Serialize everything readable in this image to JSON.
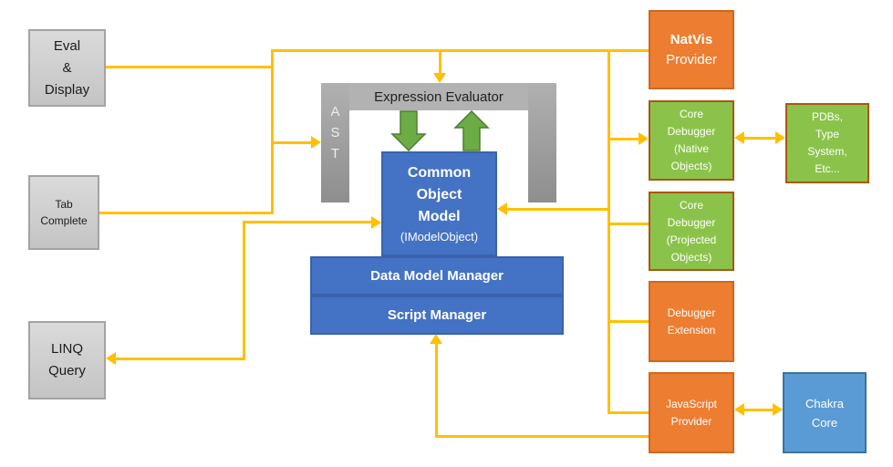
{
  "diagram": {
    "left_nodes": {
      "eval_display": {
        "label": "Eval\n&\nDisplay"
      },
      "tab_complete": {
        "label": "Tab\nComplete"
      },
      "linq_query": {
        "label": "LINQ\nQuery"
      }
    },
    "center": {
      "expression_evaluator": {
        "label": "Expression Evaluator"
      },
      "ast": {
        "label": "A\nS\nT"
      },
      "common_object_model": {
        "title": "Common\nObject\nModel",
        "subtitle": "(IModelObject)"
      },
      "data_model_manager": {
        "label": "Data Model Manager"
      },
      "script_manager": {
        "label": "Script Manager"
      }
    },
    "right_nodes": {
      "natvis_provider": {
        "title": "NatVis",
        "subtitle": "Provider"
      },
      "core_debugger_native": {
        "label": "Core\nDebugger\n(Native\nObjects)"
      },
      "pdbs_type_system": {
        "label": "PDBs,\nType\nSystem,\nEtc..."
      },
      "core_debugger_projected": {
        "label": "Core\nDebugger\n(Projected\nObjects)"
      },
      "debugger_extension": {
        "label": "Debugger\nExtension"
      },
      "javascript_provider": {
        "label": "JavaScript\nProvider"
      },
      "chakra_core": {
        "label": "Chakra\nCore"
      }
    },
    "colors": {
      "connector": "#FFC000",
      "orange_fill": "#ED7D31",
      "green_fill": "#8BC34A",
      "blue_fill": "#4472C4",
      "light_blue_fill": "#5B9BD5",
      "gray_fill": "#D2D2D2",
      "green_arrow": "#6CAC44"
    }
  }
}
